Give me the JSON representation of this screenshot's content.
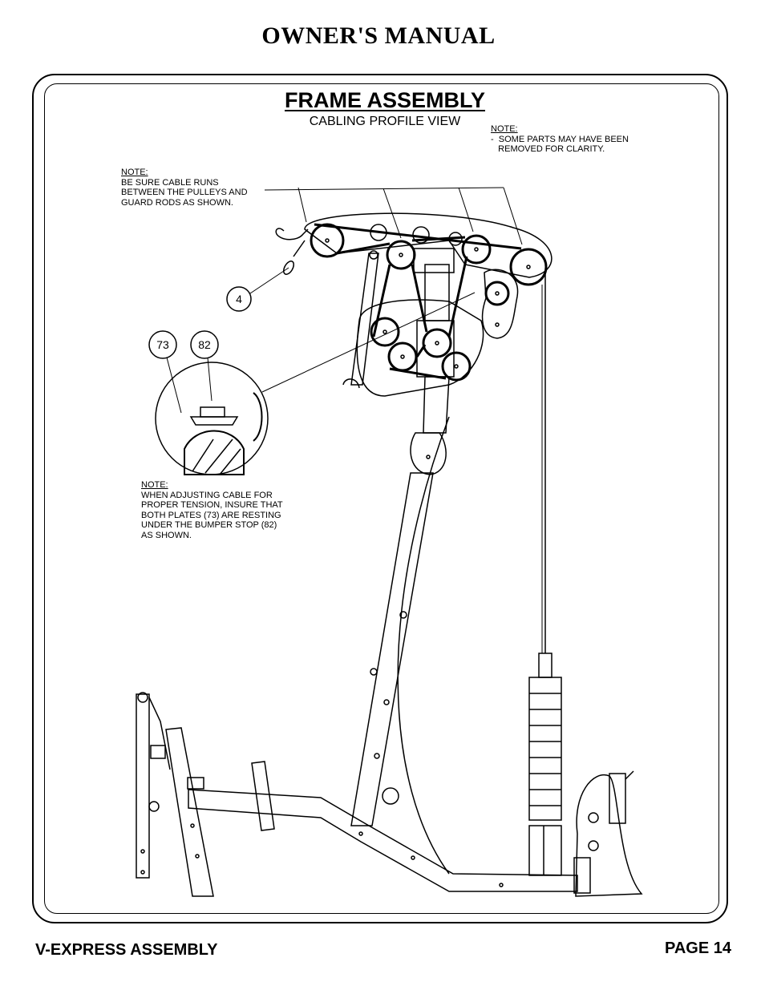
{
  "header": {
    "title": "OWNER'S MANUAL"
  },
  "section": {
    "title": "FRAME ASSEMBLY",
    "subtitle": "CABLING PROFILE VIEW"
  },
  "notes": {
    "parts": {
      "heading": "NOTE:",
      "lines": [
        "-  SOME PARTS MAY HAVE BEEN",
        "   REMOVED FOR CLARITY."
      ]
    },
    "cable": {
      "heading": "NOTE:",
      "lines": [
        "BE SURE CABLE RUNS",
        "BETWEEN THE PULLEYS AND",
        "GUARD RODS AS SHOWN."
      ]
    },
    "tension": {
      "heading": "NOTE:",
      "lines": [
        "WHEN ADJUSTING CABLE FOR",
        "PROPER TENSION, INSURE THAT",
        "BOTH PLATES (73) ARE RESTING",
        "UNDER THE BUMPER STOP (82)",
        "AS SHOWN."
      ]
    }
  },
  "callouts": {
    "c4": "4",
    "c73": "73",
    "c82": "82"
  },
  "footer": {
    "left": "V-EXPRESS ASSEMBLY",
    "right": "PAGE 14"
  }
}
